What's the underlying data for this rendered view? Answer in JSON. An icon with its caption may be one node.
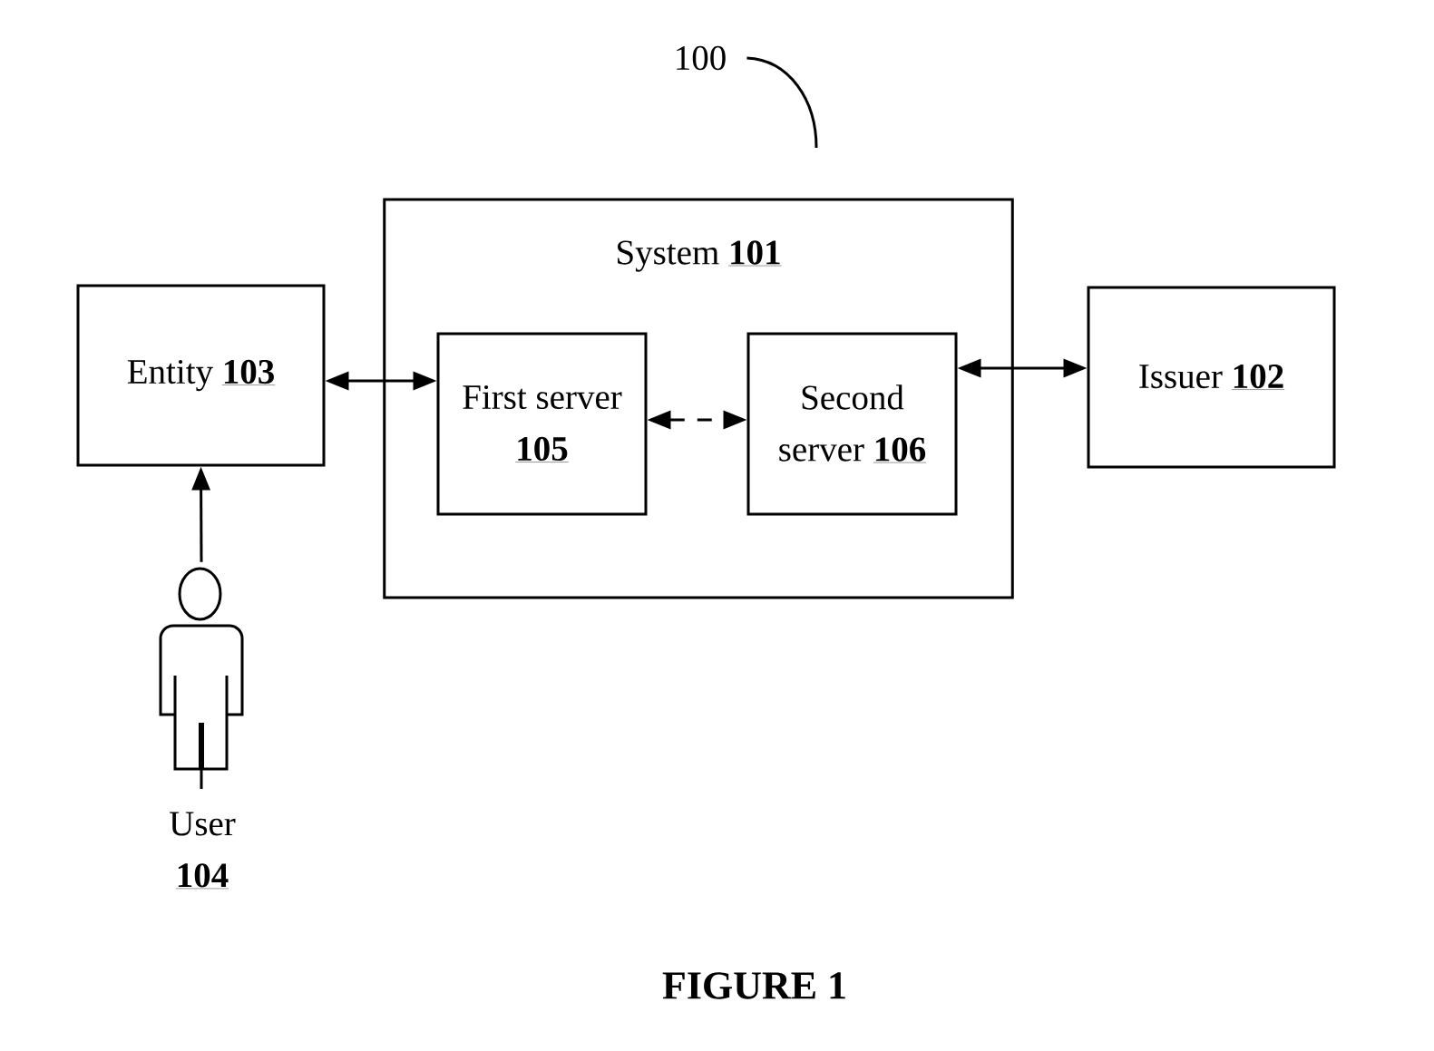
{
  "diagram": {
    "caption": "FIGURE 1",
    "nodes": [
      {
        "text": [
          "100"
        ]
      },
      {
        "text": [
          "System **101**"
        ]
      },
      {
        "text": [
          "Entity **103**"
        ]
      },
      {
        "text": [
          "First server **105**"
        ],
        "in": 1
      },
      {
        "text": [
          "Second server **106**"
        ],
        "in": 1
      },
      {
        "text": [
          "Issuer **102**"
        ]
      },
      {
        "text": [],
        "shape": "person",
        "beside": [
          "User **104**"
        ]
      }
    ],
    "edges": [
      {
        "from": 0,
        "to": null,
        "arrow": "none"
      },
      {
        "from": 2,
        "to": 3,
        "arrow": "both"
      },
      {
        "from": 3,
        "to": 4,
        "arrow": "both",
        "style": "dashed"
      },
      {
        "from": 4,
        "to": 5,
        "arrow": "both"
      },
      {
        "from": 6,
        "to": 2,
        "arrow": "to"
      }
    ]
  }
}
